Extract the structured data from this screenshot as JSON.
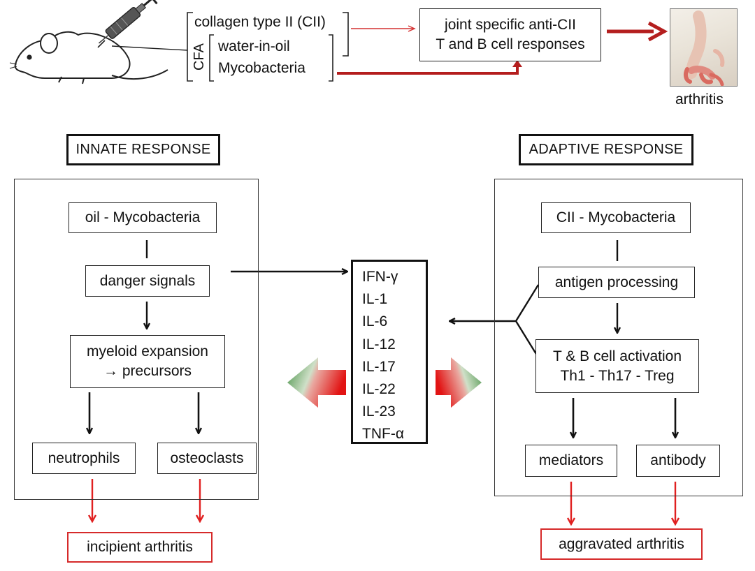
{
  "top": {
    "antigen_items": [
      "collagen type II (CII)",
      "water-in-oil",
      "Mycobacteria"
    ],
    "cfa_label": "CFA",
    "response_lines": [
      "joint specific anti-CII",
      "T and B cell responses"
    ],
    "outcome_label": "arthritis"
  },
  "innate": {
    "header": "INNATE RESPONSE",
    "nodes": {
      "oil_myco": "oil - Mycobacteria",
      "danger": "danger signals",
      "myeloid": [
        "myeloid expansion",
        "→ precursors"
      ],
      "neutrophils": "neutrophils",
      "osteoclasts": "osteoclasts"
    },
    "outcome": "incipient arthritis"
  },
  "cytokines": [
    "IFN-γ",
    "IL-1",
    "IL-6",
    "IL-12",
    "IL-17",
    "IL-22",
    "IL-23",
    "TNF-α"
  ],
  "adaptive": {
    "header": "ADAPTIVE RESPONSE",
    "nodes": {
      "cii_myco": "CII - Mycobacteria",
      "antigen_processing": "antigen processing",
      "tb_activation": [
        "T & B cell activation",
        "Th1 - Th17 - Treg"
      ],
      "mediators": "mediators",
      "antibody": "antibody"
    },
    "outcome": "aggravated arthritis"
  },
  "colors": {
    "line": "#111111",
    "red": "#d62a2a",
    "dark_red": "#b41e1e",
    "arrow_green": "#3d8a3d",
    "arrow_red": "#e01010"
  },
  "icons": [
    "mouse-icon",
    "syringe-icon",
    "arthritic-paw-photo"
  ]
}
